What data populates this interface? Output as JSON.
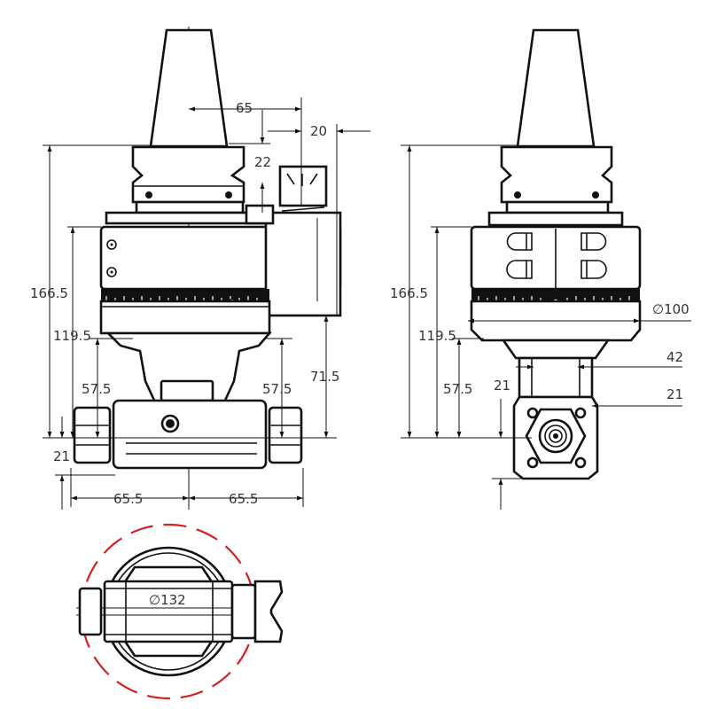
{
  "drawing": {
    "title": "Angle head technical drawing",
    "colors": {
      "line": "#111111",
      "dimension_text": "#333333",
      "swing_circle": "#d42020",
      "background": "#ffffff"
    },
    "front_view": {
      "dims": {
        "width_half_to_axis": "65",
        "offset_20": "20",
        "offset_22": "22",
        "overall_height": "166.5",
        "body_height": "119.5",
        "spindle_height_left": "57.5",
        "spindle_height_right": "57.5",
        "stop_block_height": "71.5",
        "spindle_offset": "21",
        "half_width_left": "65.5",
        "half_width_right": "65.5"
      }
    },
    "side_view": {
      "dims": {
        "overall_height": "166.5",
        "body_height": "119.5",
        "spindle_height": "57.5",
        "spindle_offset": "21",
        "body_diameter": "∅100",
        "neck_width": "42",
        "nose_offset": "21"
      }
    },
    "top_view": {
      "dims": {
        "swing_diameter": "∅132"
      }
    }
  }
}
